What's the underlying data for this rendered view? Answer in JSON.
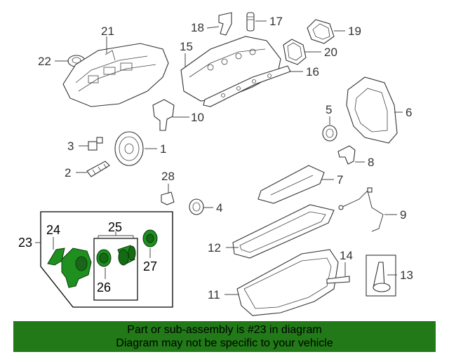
{
  "callouts": {
    "c1": "1",
    "c2": "2",
    "c3": "3",
    "c4": "4",
    "c5": "5",
    "c6": "6",
    "c7": "7",
    "c8": "8",
    "c9": "9",
    "c10": "10",
    "c11": "11",
    "c12": "12",
    "c13": "13",
    "c14": "14",
    "c15": "15",
    "c16": "16",
    "c17": "17",
    "c18": "18",
    "c19": "19",
    "c20": "20",
    "c21": "21",
    "c22": "22",
    "c23": "23",
    "c24": "24",
    "c25": "25",
    "c26": "26",
    "c27": "27",
    "c28": "28"
  },
  "banner": {
    "line1": "Part or sub-assembly is #23 in diagram",
    "line2": "Diagram may not be specific to your vehicle"
  },
  "colors": {
    "highlight": "#1f8f1f",
    "banner_bg": "#217a17"
  }
}
